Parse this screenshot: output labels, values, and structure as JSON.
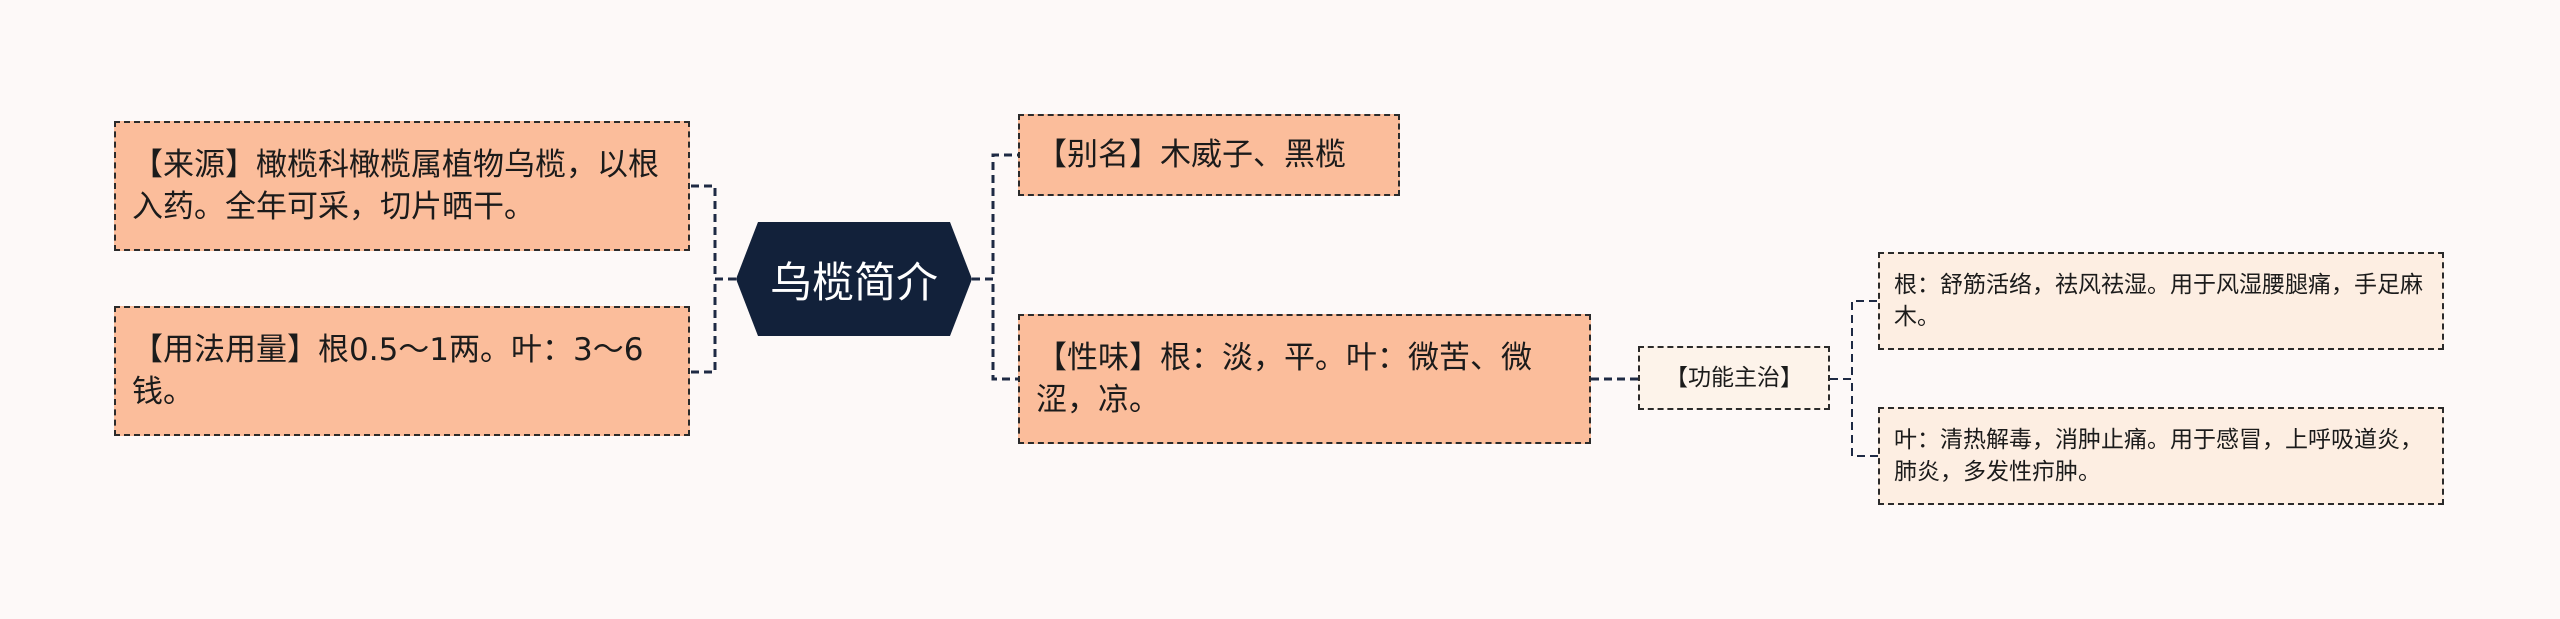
{
  "colors": {
    "background": "#fdf9f8",
    "root_fill": "#12213a",
    "level1_fill": "#fbbd9b",
    "level2_fill": "#fdf3ea",
    "level3_fill": "#fdeee2",
    "border": "#2b2b2b",
    "line": "#1e2a44"
  },
  "root": {
    "label": "乌榄简介"
  },
  "left": {
    "source": "【来源】橄榄科橄榄属植物乌榄，以根入药。全年可采，切片晒干。",
    "usage": "【用法用量】根0.5～1两。叶：3～6钱。"
  },
  "right": {
    "alias": "【别名】木威子、黑榄",
    "nature": "【性味】根：淡，平。叶：微苦、微涩，凉。",
    "function": {
      "label": "【功能主治】",
      "root": "根：舒筋活络，祛风祛湿。用于风湿腰腿痛，手足麻木。",
      "leaf": "叶：清热解毒，消肿止痛。用于感冒，上呼吸道炎，肺炎，多发性疖肿。"
    }
  }
}
